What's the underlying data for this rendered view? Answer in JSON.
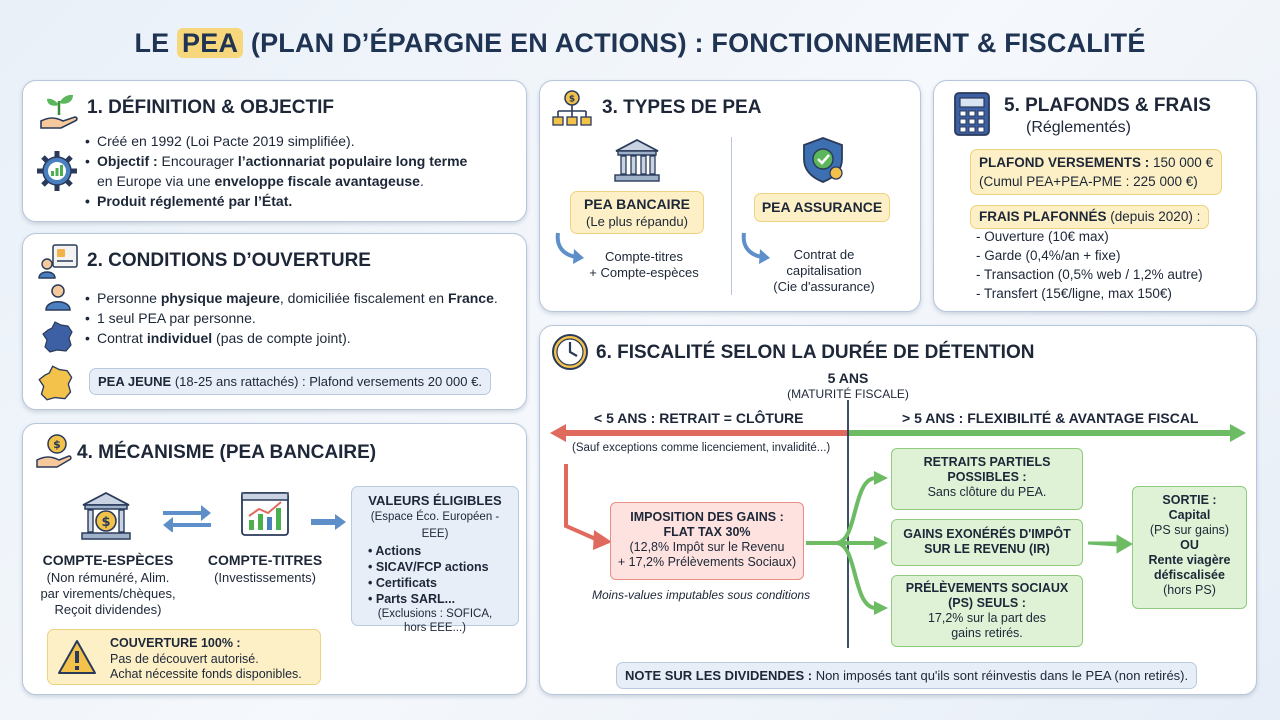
{
  "title": {
    "prefix": "LE ",
    "highlight": "PEA",
    "suffix": " (PLAN D’ÉPARGNE EN ACTIONS) : FONCTIONNEMENT & FISCALITÉ"
  },
  "definition": {
    "title": "1. DÉFINITION & OBJECTIF",
    "b1": "Créé en 1992 (Loi Pacte 2019 simplifiée).",
    "b2_label": "Objectif :",
    "b2_t1": " Encourager ",
    "b2_bold": "l’actionnariat populaire long terme",
    "b2_t2": "en Europe via une ",
    "b2_bold2": "enveloppe fiscale avantageuse",
    "b2_t3": ".",
    "b3": "Produit réglementé par l’État."
  },
  "conditions": {
    "title": "2. CONDITIONS D’OUVERTURE",
    "b1_t1": "Personne ",
    "b1_bold": "physique majeure",
    "b1_t2": ", domiciliée fiscalement en ",
    "b1_bold2": "France",
    "b1_t3": ".",
    "b2": "1 seul PEA par personne.",
    "b3_t1": "Contrat ",
    "b3_bold": "individuel",
    "b3_t2": " (pas de compte joint).",
    "jeune_label": "PEA JEUNE",
    "jeune_text": " (18-25 ans rattachés) : Plafond versements 20 000 €."
  },
  "types": {
    "title": "3. TYPES DE PEA",
    "bancaire_label": "PEA BANCAIRE",
    "bancaire_sub": "(Le plus répandu)",
    "bancaire_desc1": "Compte-titres",
    "bancaire_desc2": "+ Compte-espèces",
    "assurance_label": "PEA ASSURANCE",
    "assurance_desc1": "Contrat de",
    "assurance_desc2": "capitalisation",
    "assurance_desc3": "(Cie d'assurance)"
  },
  "mecanisme": {
    "title": "4. MÉCANISME (PEA BANCAIRE)",
    "especes_label": "COMPTE-ESPÈCES",
    "especes_d1": "(Non rémunéré, Alim.",
    "especes_d2": "par virements/chèques,",
    "especes_d3": "Reçoit dividendes)",
    "titres_label": "COMPTE-TITRES",
    "titres_d1": "(Investissements)",
    "valeurs_title": "VALEURS ÉLIGIBLES",
    "valeurs_sub": "(Espace Éco. Européen - EEE)",
    "valeurs_items": [
      "Actions",
      "SICAV/FCP actions",
      "Certificats",
      "Parts SARL..."
    ],
    "valeurs_excl1": "(Exclusions : SOFICA,",
    "valeurs_excl2": "hors EEE...)",
    "couverture_label": "COUVERTURE 100% :",
    "couverture_d1": "Pas de découvert autorisé.",
    "couverture_d2": "Achat nécessite fonds disponibles."
  },
  "plafonds": {
    "title": "5. PLAFONDS & FRAIS",
    "subtitle": "(Réglementés)",
    "versements_label": "PLAFOND VERSEMENTS :",
    "versements_value": " 150 000 €",
    "versements_cumul": "(Cumul PEA+PEA-PME : 225 000 €)",
    "frais_label": "FRAIS PLAFONNÉS",
    "frais_sub": " (depuis 2020) :",
    "frais_items": [
      "- Ouverture (10€ max)",
      "- Garde (0,4%/an + fixe)",
      "- Transaction (0,5% web / 1,2% autre)",
      "- Transfert (15€/ligne, max 150€)"
    ]
  },
  "fiscalite": {
    "title": "6. FISCALITÉ SELON LA DURÉE DE DÉTENTION",
    "cap_label": "5 ANS",
    "cap_sub": "(MATURITÉ FISCALE)",
    "left_label": "< 5 ANS : RETRAIT = CLÔTURE",
    "left_sub": "(Sauf exceptions comme licenciement, invalidité...)",
    "right_label": "> 5 ANS : FLEXIBILITÉ & AVANTAGE FISCAL",
    "imposition_l1": "IMPOSITION DES GAINS :",
    "imposition_l2": "FLAT TAX 30%",
    "imposition_l3": "(12,8% Impôt sur le Revenu",
    "imposition_l4": "+ 17,2% Prélèvements Sociaux)",
    "moins_values": "Moins-values imputables sous conditions",
    "retraits_l1": "RETRAITS PARTIELS",
    "retraits_l2": "POSSIBLES :",
    "retraits_l3": "Sans clôture du PEA.",
    "gains_l1": "GAINS EXONÉRÉS D'IMPÔT",
    "gains_l2": "SUR LE REVENU (IR)",
    "ps_l1": "PRÉLÈVEMENTS SOCIAUX",
    "ps_l2": "(PS) SEULS :",
    "ps_l3": "17,2% sur la part des",
    "ps_l4": "gains retirés.",
    "sortie_l1": "SORTIE :",
    "sortie_l2": "Capital",
    "sortie_l3": "(PS sur gains)",
    "sortie_l4": "OU",
    "sortie_l5": "Rente viagère",
    "sortie_l6": "défiscalisée",
    "sortie_l7": "(hors PS)",
    "note_label": "NOTE SUR LES DIVIDENDES :",
    "note_text": " Non imposés tant qu'ils sont réinvestis dans le PEA (non retirés)."
  },
  "colors": {
    "green": "#6dbb63",
    "red": "#e06a5e",
    "blue": "#5f8fc9",
    "yellow": "#fdf0c6"
  }
}
